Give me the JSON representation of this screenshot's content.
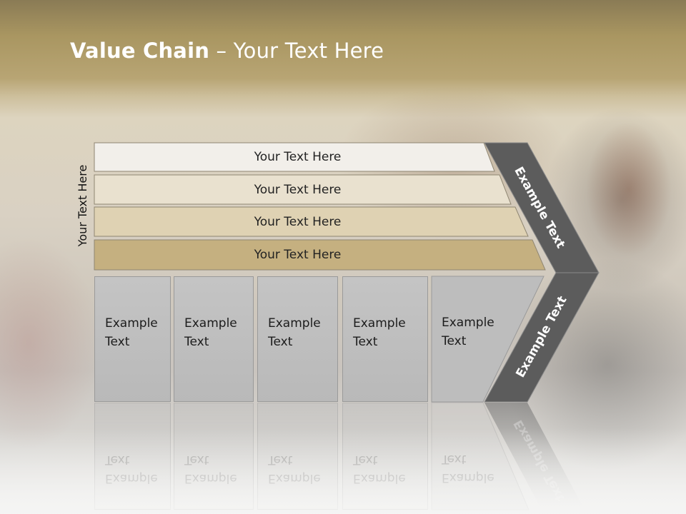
{
  "title": {
    "bold": "Value Chain",
    "rest": " – Your Text Here"
  },
  "side_label": "Your Text Here",
  "bands": [
    "Your Text Here",
    "Your Text Here",
    "Your Text Here",
    "Your Text Here"
  ],
  "boxes": [
    {
      "line1": "Example",
      "line2": "Text"
    },
    {
      "line1": "Example",
      "line2": "Text"
    },
    {
      "line1": "Example",
      "line2": "Text"
    },
    {
      "line1": "Example",
      "line2": "Text"
    },
    {
      "line1": "Example",
      "line2": "Text"
    }
  ],
  "chevron": {
    "upper": "Example Text",
    "lower": "Example Text"
  },
  "colors": {
    "band_fills": [
      "#f2efea",
      "#e9e1cf",
      "#dfd2b3",
      "#c5b080"
    ],
    "chevron": "#5c5c5c",
    "box": "#bdbdbd"
  }
}
